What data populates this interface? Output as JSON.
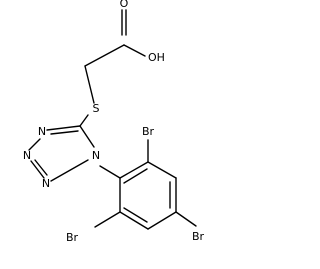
{
  "molecule": {
    "atoms": {
      "oxygen_carbonyl": "O",
      "hydroxyl": "OH",
      "sulfur": "S",
      "n_top": "N",
      "n_mid": "N",
      "n_bottom": "N",
      "n_substituted": "N",
      "br_top": "Br",
      "br_left": "Br",
      "br_right": "Br"
    }
  }
}
